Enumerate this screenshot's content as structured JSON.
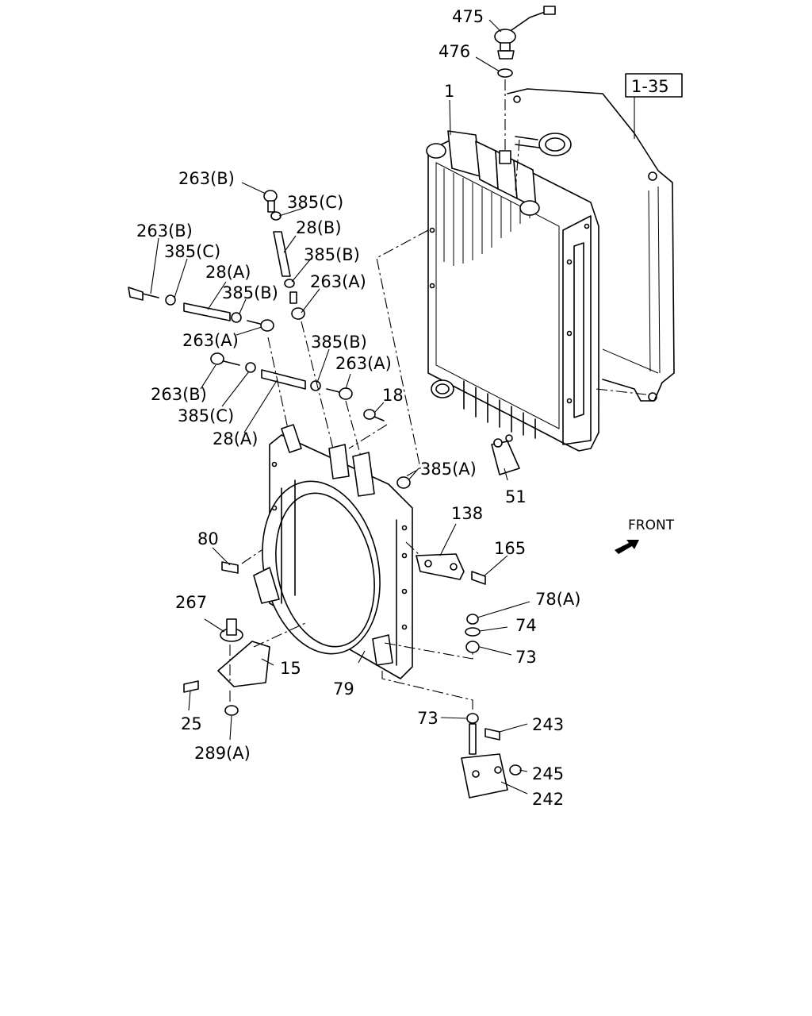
{
  "diagram": {
    "reference_box": "1-35",
    "front_label": "FRONT",
    "callouts": {
      "c475": "475",
      "c476": "476",
      "c1": "1",
      "c263b_top": "263(B)",
      "c385c_top": "385(C)",
      "c28b": "28(B)",
      "c263b_left": "263(B)",
      "c385c_left": "385(C)",
      "c385b_top": "385(B)",
      "c28a_top": "28(A)",
      "c385b_mid": "385(B)",
      "c263a_top": "263(A)",
      "c263a_left": "263(A)",
      "c385b_low": "385(B)",
      "c263a_low": "263(A)",
      "c263b_low": "263(B)",
      "c18": "18",
      "c385c_low": "385(C)",
      "c28a_low": "28(A)",
      "c385a": "385(A)",
      "c51": "51",
      "c138": "138",
      "c165": "165",
      "c80": "80",
      "c78a": "78(A)",
      "c74": "74",
      "c73_right": "73",
      "c267": "267",
      "c15": "15",
      "c79": "79",
      "c25": "25",
      "c289a": "289(A)",
      "c73_low": "73",
      "c243": "243",
      "c245": "245",
      "c242": "242"
    }
  }
}
